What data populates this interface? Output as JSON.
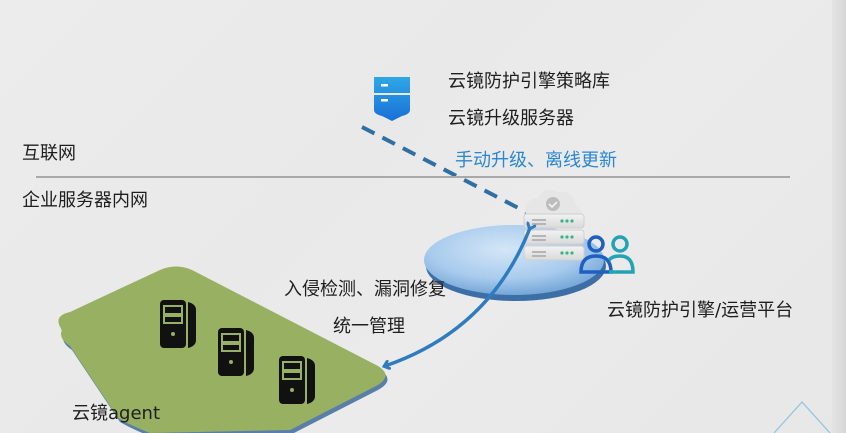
{
  "zones": {
    "internet_label": "互联网",
    "intranet_label": "企业服务器内网"
  },
  "cloud_server": {
    "icon": "shield-server-icon",
    "line1": "云镜防护引擎策略库",
    "line2": "云镜升级服务器",
    "update_note": "手动升级、离线更新"
  },
  "engine": {
    "icon": "cloud-server-icon",
    "users_icon": "users-icon",
    "label": "云镜防护引擎/运营平台"
  },
  "connection": {
    "line1": "入侵检测、漏洞修复",
    "line2": "统一管理"
  },
  "agent": {
    "icon": "desktop-tower-icon",
    "count": 3,
    "label": "云镜agent"
  },
  "colors": {
    "accent_blue": "#2a86d6",
    "platform_green": "#98b062",
    "dashed_line": "#2f6fa3",
    "divider": "#a9a9a9"
  }
}
